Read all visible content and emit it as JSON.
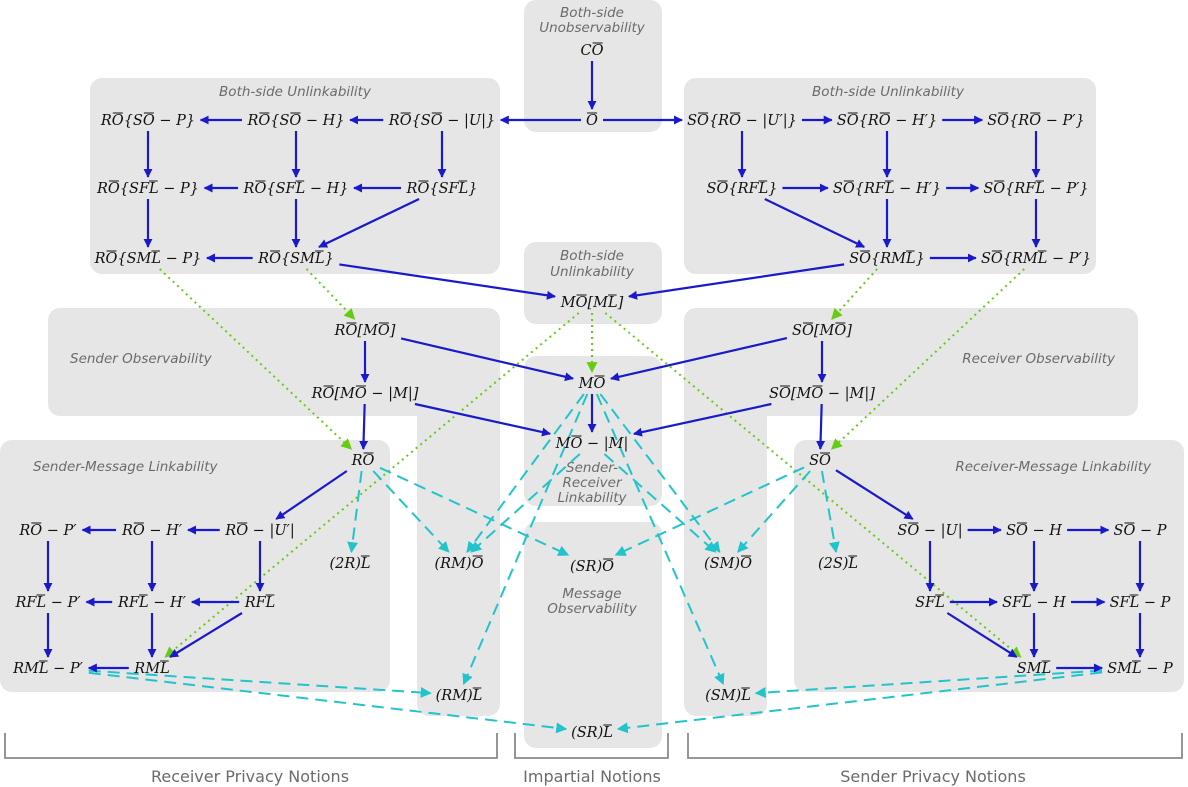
{
  "regions": [
    {
      "id": "both-unobs",
      "lines": [
        "Both-side",
        "Unobservability"
      ]
    },
    {
      "id": "both-unlink-left",
      "lines": [
        "Both-side Unlinkability"
      ]
    },
    {
      "id": "both-unlink-right",
      "lines": [
        "Both-side Unlinkability"
      ]
    },
    {
      "id": "both-unlink-center",
      "lines": [
        "Both-side",
        "Unlinkability"
      ]
    },
    {
      "id": "sender-obs",
      "lines": [
        "Sender Observability"
      ]
    },
    {
      "id": "receiver-obs",
      "lines": [
        "Receiver Observability"
      ]
    },
    {
      "id": "sender-message-link",
      "lines": [
        "Sender-Message Linkability"
      ]
    },
    {
      "id": "receiver-message-link",
      "lines": [
        "Receiver-Message Linkability"
      ]
    },
    {
      "id": "sender-receiver-link",
      "lines": [
        "Sender-",
        "Receiver",
        "Linkability"
      ]
    },
    {
      "id": "message-obs",
      "lines": [
        "Message",
        "Observability"
      ]
    }
  ],
  "footer": [
    {
      "id": "receiver-privacy",
      "label": "Receiver Privacy Notions"
    },
    {
      "id": "impartial",
      "label": "Impartial Notions"
    },
    {
      "id": "sender-privacy",
      "label": "Sender Privacy Notions"
    }
  ],
  "nodes": [
    {
      "id": "CO",
      "parts": [
        [
          "n",
          "C"
        ],
        [
          "o",
          "O"
        ]
      ]
    },
    {
      "id": "O",
      "parts": [
        [
          "o",
          "O"
        ]
      ]
    },
    {
      "id": "RO_SO_P",
      "parts": [
        [
          "n",
          "R"
        ],
        [
          "o",
          "O"
        ],
        [
          "n",
          "{S"
        ],
        [
          "o",
          "O"
        ],
        [
          "n",
          " − P}"
        ]
      ]
    },
    {
      "id": "RO_SO_H",
      "parts": [
        [
          "n",
          "R"
        ],
        [
          "o",
          "O"
        ],
        [
          "n",
          "{S"
        ],
        [
          "o",
          "O"
        ],
        [
          "n",
          " − H}"
        ]
      ]
    },
    {
      "id": "RO_SO_U",
      "parts": [
        [
          "n",
          "R"
        ],
        [
          "o",
          "O"
        ],
        [
          "n",
          "{S"
        ],
        [
          "o",
          "O"
        ],
        [
          "n",
          " − |U|}"
        ]
      ]
    },
    {
      "id": "RO_SFL_P",
      "parts": [
        [
          "n",
          "R"
        ],
        [
          "o",
          "O"
        ],
        [
          "n",
          "{SF"
        ],
        [
          "o",
          "L"
        ],
        [
          "n",
          " − P}"
        ]
      ]
    },
    {
      "id": "RO_SFL_H",
      "parts": [
        [
          "n",
          "R"
        ],
        [
          "o",
          "O"
        ],
        [
          "n",
          "{SF"
        ],
        [
          "o",
          "L"
        ],
        [
          "n",
          " − H}"
        ]
      ]
    },
    {
      "id": "RO_SFL",
      "parts": [
        [
          "n",
          "R"
        ],
        [
          "o",
          "O"
        ],
        [
          "n",
          "{SF"
        ],
        [
          "o",
          "L"
        ],
        [
          "n",
          "}"
        ]
      ]
    },
    {
      "id": "RO_SML_P",
      "parts": [
        [
          "n",
          "R"
        ],
        [
          "o",
          "O"
        ],
        [
          "n",
          "{SM"
        ],
        [
          "o",
          "L"
        ],
        [
          "n",
          " − P}"
        ]
      ]
    },
    {
      "id": "RO_SML",
      "parts": [
        [
          "n",
          "R"
        ],
        [
          "o",
          "O"
        ],
        [
          "n",
          "{SM"
        ],
        [
          "o",
          "L"
        ],
        [
          "n",
          "}"
        ]
      ]
    },
    {
      "id": "SO_RO_U",
      "parts": [
        [
          "n",
          "S"
        ],
        [
          "o",
          "O"
        ],
        [
          "n",
          "{R"
        ],
        [
          "o",
          "O"
        ],
        [
          "n",
          " − |U′|}"
        ]
      ]
    },
    {
      "id": "SO_RO_H",
      "parts": [
        [
          "n",
          "S"
        ],
        [
          "o",
          "O"
        ],
        [
          "n",
          "{R"
        ],
        [
          "o",
          "O"
        ],
        [
          "n",
          " − H′}"
        ]
      ]
    },
    {
      "id": "SO_RO_P",
      "parts": [
        [
          "n",
          "S"
        ],
        [
          "o",
          "O"
        ],
        [
          "n",
          "{R"
        ],
        [
          "o",
          "O"
        ],
        [
          "n",
          " − P′}"
        ]
      ]
    },
    {
      "id": "SO_RFL",
      "parts": [
        [
          "n",
          "S"
        ],
        [
          "o",
          "O"
        ],
        [
          "n",
          "{RF"
        ],
        [
          "o",
          "L"
        ],
        [
          "n",
          "}"
        ]
      ]
    },
    {
      "id": "SO_RFL_H",
      "parts": [
        [
          "n",
          "S"
        ],
        [
          "o",
          "O"
        ],
        [
          "n",
          "{RF"
        ],
        [
          "o",
          "L"
        ],
        [
          "n",
          " − H′}"
        ]
      ]
    },
    {
      "id": "SO_RFL_P",
      "parts": [
        [
          "n",
          "S"
        ],
        [
          "o",
          "O"
        ],
        [
          "n",
          "{RF"
        ],
        [
          "o",
          "L"
        ],
        [
          "n",
          " − P′}"
        ]
      ]
    },
    {
      "id": "SO_RML",
      "parts": [
        [
          "n",
          "S"
        ],
        [
          "o",
          "O"
        ],
        [
          "n",
          "{RM"
        ],
        [
          "o",
          "L"
        ],
        [
          "n",
          "}"
        ]
      ]
    },
    {
      "id": "SO_RML_P",
      "parts": [
        [
          "n",
          "S"
        ],
        [
          "o",
          "O"
        ],
        [
          "n",
          "{RM"
        ],
        [
          "o",
          "L"
        ],
        [
          "n",
          " − P′}"
        ]
      ]
    },
    {
      "id": "MO_ML",
      "parts": [
        [
          "n",
          "M"
        ],
        [
          "o",
          "O"
        ],
        [
          "n",
          "[M"
        ],
        [
          "o",
          "L"
        ],
        [
          "n",
          "]"
        ]
      ]
    },
    {
      "id": "RO_MO",
      "parts": [
        [
          "n",
          "R"
        ],
        [
          "o",
          "O"
        ],
        [
          "n",
          "[M"
        ],
        [
          "o",
          "O"
        ],
        [
          "n",
          "]"
        ]
      ]
    },
    {
      "id": "RO_MO_M",
      "parts": [
        [
          "n",
          "R"
        ],
        [
          "o",
          "O"
        ],
        [
          "n",
          "[M"
        ],
        [
          "o",
          "O"
        ],
        [
          "n",
          " − |M|]"
        ]
      ]
    },
    {
      "id": "SO_MO",
      "parts": [
        [
          "n",
          "S"
        ],
        [
          "o",
          "O"
        ],
        [
          "n",
          "[M"
        ],
        [
          "o",
          "O"
        ],
        [
          "n",
          "]"
        ]
      ]
    },
    {
      "id": "SO_MO_M",
      "parts": [
        [
          "n",
          "S"
        ],
        [
          "o",
          "O"
        ],
        [
          "n",
          "[M"
        ],
        [
          "o",
          "O"
        ],
        [
          "n",
          " − |M|]"
        ]
      ]
    },
    {
      "id": "MO",
      "parts": [
        [
          "n",
          "M"
        ],
        [
          "o",
          "O"
        ]
      ]
    },
    {
      "id": "MO_M",
      "parts": [
        [
          "n",
          "M"
        ],
        [
          "o",
          "O"
        ],
        [
          "n",
          " − |M|"
        ]
      ]
    },
    {
      "id": "RO",
      "parts": [
        [
          "n",
          "R"
        ],
        [
          "o",
          "O"
        ]
      ]
    },
    {
      "id": "SO",
      "parts": [
        [
          "n",
          "S"
        ],
        [
          "o",
          "O"
        ]
      ]
    },
    {
      "id": "RO_P",
      "parts": [
        [
          "n",
          "R"
        ],
        [
          "o",
          "O"
        ],
        [
          "n",
          " − P′"
        ]
      ]
    },
    {
      "id": "RO_H",
      "parts": [
        [
          "n",
          "R"
        ],
        [
          "o",
          "O"
        ],
        [
          "n",
          " − H′"
        ]
      ]
    },
    {
      "id": "RO_U",
      "parts": [
        [
          "n",
          "R"
        ],
        [
          "o",
          "O"
        ],
        [
          "n",
          " − |U′|"
        ]
      ]
    },
    {
      "id": "RFL_P",
      "parts": [
        [
          "n",
          "RF"
        ],
        [
          "o",
          "L"
        ],
        [
          "n",
          " − P′"
        ]
      ]
    },
    {
      "id": "RFL_H",
      "parts": [
        [
          "n",
          "RF"
        ],
        [
          "o",
          "L"
        ],
        [
          "n",
          " − H′"
        ]
      ]
    },
    {
      "id": "RFL",
      "parts": [
        [
          "n",
          "RF"
        ],
        [
          "o",
          "L"
        ]
      ]
    },
    {
      "id": "RML_P",
      "parts": [
        [
          "n",
          "RM"
        ],
        [
          "o",
          "L"
        ],
        [
          "n",
          " − P′"
        ]
      ]
    },
    {
      "id": "RML",
      "parts": [
        [
          "n",
          "RM"
        ],
        [
          "o",
          "L"
        ]
      ]
    },
    {
      "id": "2RL",
      "parts": [
        [
          "n",
          "(2R)"
        ],
        [
          "o",
          "L"
        ]
      ]
    },
    {
      "id": "RMO",
      "parts": [
        [
          "n",
          "(RM)"
        ],
        [
          "o",
          "O"
        ]
      ]
    },
    {
      "id": "SRO",
      "parts": [
        [
          "n",
          "(SR)"
        ],
        [
          "o",
          "O"
        ]
      ]
    },
    {
      "id": "SMO",
      "parts": [
        [
          "n",
          "(SM)"
        ],
        [
          "o",
          "O"
        ]
      ]
    },
    {
      "id": "2SL",
      "parts": [
        [
          "n",
          "(2S)"
        ],
        [
          "o",
          "L"
        ]
      ]
    },
    {
      "id": "RML2",
      "parts": [
        [
          "n",
          "(RM)"
        ],
        [
          "o",
          "L"
        ]
      ]
    },
    {
      "id": "SRL",
      "parts": [
        [
          "n",
          "(SR)"
        ],
        [
          "o",
          "L"
        ]
      ]
    },
    {
      "id": "SML2",
      "parts": [
        [
          "n",
          "(SM)"
        ],
        [
          "o",
          "L"
        ]
      ]
    },
    {
      "id": "SO_U",
      "parts": [
        [
          "n",
          "S"
        ],
        [
          "o",
          "O"
        ],
        [
          "n",
          " − |U|"
        ]
      ]
    },
    {
      "id": "SO_H",
      "parts": [
        [
          "n",
          "S"
        ],
        [
          "o",
          "O"
        ],
        [
          "n",
          " − H"
        ]
      ]
    },
    {
      "id": "SO_P",
      "parts": [
        [
          "n",
          "S"
        ],
        [
          "o",
          "O"
        ],
        [
          "n",
          " − P"
        ]
      ]
    },
    {
      "id": "SFL",
      "parts": [
        [
          "n",
          "SF"
        ],
        [
          "o",
          "L"
        ]
      ]
    },
    {
      "id": "SFL_H",
      "parts": [
        [
          "n",
          "SF"
        ],
        [
          "o",
          "L"
        ],
        [
          "n",
          " − H"
        ]
      ]
    },
    {
      "id": "SFL_P",
      "parts": [
        [
          "n",
          "SF"
        ],
        [
          "o",
          "L"
        ],
        [
          "n",
          " − P"
        ]
      ]
    },
    {
      "id": "SML",
      "parts": [
        [
          "n",
          "SM"
        ],
        [
          "o",
          "L"
        ]
      ]
    },
    {
      "id": "SML_P",
      "parts": [
        [
          "n",
          "SM"
        ],
        [
          "o",
          "L"
        ],
        [
          "n",
          " − P"
        ]
      ]
    }
  ],
  "edges": {
    "implication": [
      [
        "CO",
        "O"
      ],
      [
        "O",
        "RO_SO_U"
      ],
      [
        "O",
        "SO_RO_U"
      ],
      [
        "RO_SO_U",
        "RO_SO_H"
      ],
      [
        "RO_SO_H",
        "RO_SO_P"
      ],
      [
        "RO_SO_U",
        "RO_SFL"
      ],
      [
        "RO_SO_H",
        "RO_SFL_H"
      ],
      [
        "RO_SO_P",
        "RO_SFL_P"
      ],
      [
        "RO_SFL",
        "RO_SFL_H"
      ],
      [
        "RO_SFL_H",
        "RO_SFL_P"
      ],
      [
        "RO_SFL",
        "RO_SML"
      ],
      [
        "RO_SFL_H",
        "RO_SML"
      ],
      [
        "RO_SFL_P",
        "RO_SML_P"
      ],
      [
        "RO_SML",
        "RO_SML_P"
      ],
      [
        "SO_RO_U",
        "SO_RO_H"
      ],
      [
        "SO_RO_H",
        "SO_RO_P"
      ],
      [
        "SO_RO_U",
        "SO_RFL"
      ],
      [
        "SO_RO_H",
        "SO_RFL_H"
      ],
      [
        "SO_RO_P",
        "SO_RFL_P"
      ],
      [
        "SO_RFL",
        "SO_RFL_H"
      ],
      [
        "SO_RFL_H",
        "SO_RFL_P"
      ],
      [
        "SO_RFL",
        "SO_RML"
      ],
      [
        "SO_RFL_H",
        "SO_RML"
      ],
      [
        "SO_RFL_P",
        "SO_RML_P"
      ],
      [
        "SO_RML",
        "SO_RML_P"
      ],
      [
        "RO_SML",
        "MO_ML"
      ],
      [
        "SO_RML",
        "MO_ML"
      ],
      [
        "RO_MO",
        "RO_MO_M"
      ],
      [
        "RO_MO",
        "MO"
      ],
      [
        "SO_MO",
        "SO_MO_M"
      ],
      [
        "SO_MO",
        "MO"
      ],
      [
        "MO",
        "MO_M"
      ],
      [
        "RO_MO_M",
        "MO_M"
      ],
      [
        "SO_MO_M",
        "MO_M"
      ],
      [
        "RO_MO_M",
        "RO"
      ],
      [
        "SO_MO_M",
        "SO"
      ],
      [
        "RO",
        "RO_U"
      ],
      [
        "RO_U",
        "RO_H"
      ],
      [
        "RO_H",
        "RO_P"
      ],
      [
        "RO_U",
        "RFL"
      ],
      [
        "RO_H",
        "RFL_H"
      ],
      [
        "RO_P",
        "RFL_P"
      ],
      [
        "RFL",
        "RFL_H"
      ],
      [
        "RFL_H",
        "RFL_P"
      ],
      [
        "RFL",
        "RML"
      ],
      [
        "RFL_H",
        "RML"
      ],
      [
        "RFL_P",
        "RML_P"
      ],
      [
        "RML",
        "RML_P"
      ],
      [
        "SO",
        "SO_U"
      ],
      [
        "SO_U",
        "SO_H"
      ],
      [
        "SO_H",
        "SO_P"
      ],
      [
        "SO_U",
        "SFL"
      ],
      [
        "SO_H",
        "SFL_H"
      ],
      [
        "SO_P",
        "SFL_P"
      ],
      [
        "SFL",
        "SFL_H"
      ],
      [
        "SFL_H",
        "SFL_P"
      ],
      [
        "SFL",
        "SML"
      ],
      [
        "SFL_H",
        "SML"
      ],
      [
        "SFL_P",
        "SML_P"
      ],
      [
        "SML",
        "SML_P"
      ]
    ],
    "green": [
      [
        "RO_SML_P",
        "RO"
      ],
      [
        "RO_SML",
        "RO_MO"
      ],
      [
        "SO_RML",
        "SO_MO"
      ],
      [
        "SO_RML_P",
        "SO"
      ],
      [
        "MO_ML",
        "MO"
      ],
      [
        "MO_ML",
        "RML"
      ],
      [
        "MO_ML",
        "SML"
      ]
    ],
    "cyan": [
      [
        "RO",
        "2RL"
      ],
      [
        "RO",
        "RMO"
      ],
      [
        "RO",
        "SRO"
      ],
      [
        "SO",
        "2SL"
      ],
      [
        "SO",
        "SMO"
      ],
      [
        "SO",
        "SRO"
      ],
      [
        "MO",
        "RMO"
      ],
      [
        "MO",
        "SMO"
      ],
      [
        "MO",
        "RML2"
      ],
      [
        "MO",
        "SML2"
      ],
      [
        "MO_M",
        "RMO"
      ],
      [
        "MO_M",
        "SMO"
      ],
      [
        "RML_P",
        "RML2"
      ],
      [
        "SML_P",
        "SML2"
      ],
      [
        "RML_P",
        "SRL"
      ],
      [
        "SML_P",
        "SRL"
      ]
    ]
  }
}
